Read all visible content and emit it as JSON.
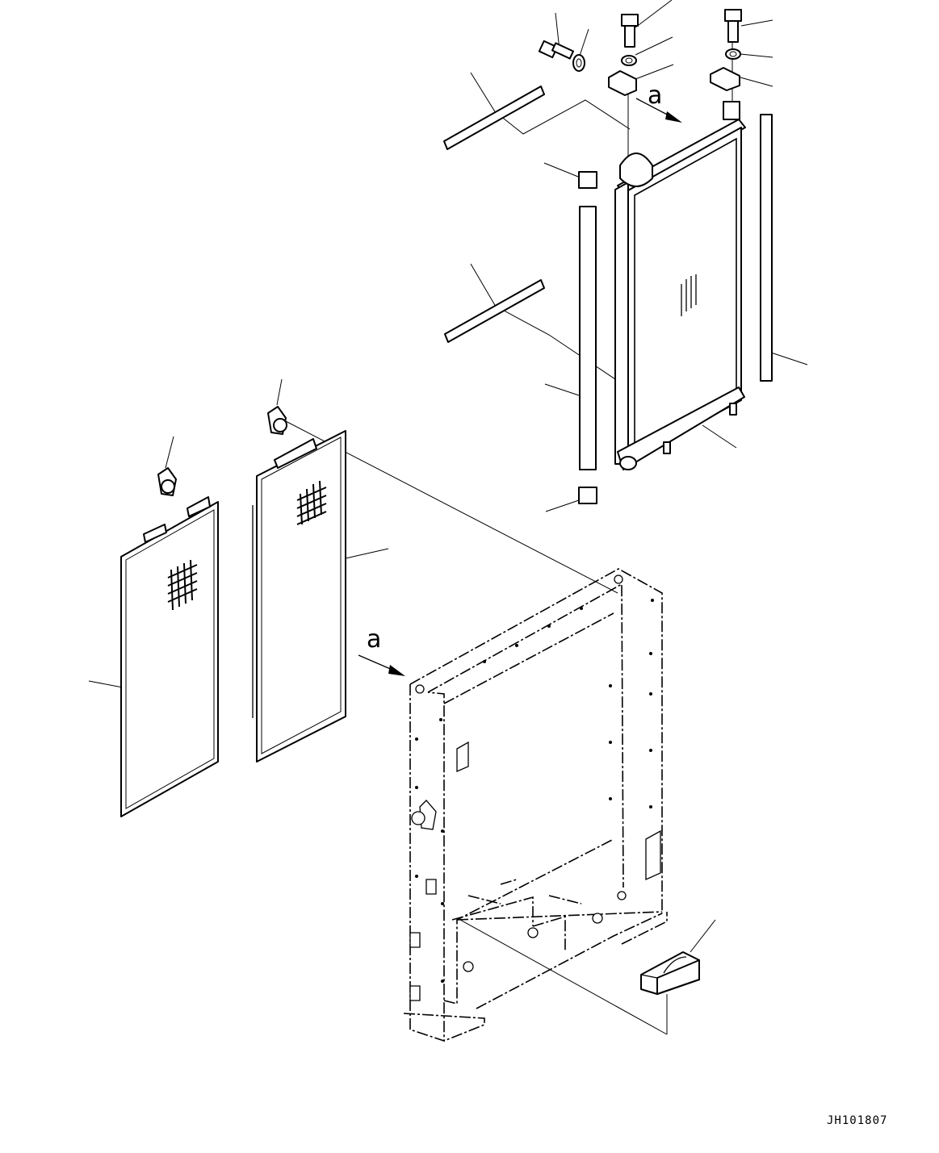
{
  "view_marker_top": "a",
  "view_marker_frame": "a",
  "drawing_code": "JH101807"
}
